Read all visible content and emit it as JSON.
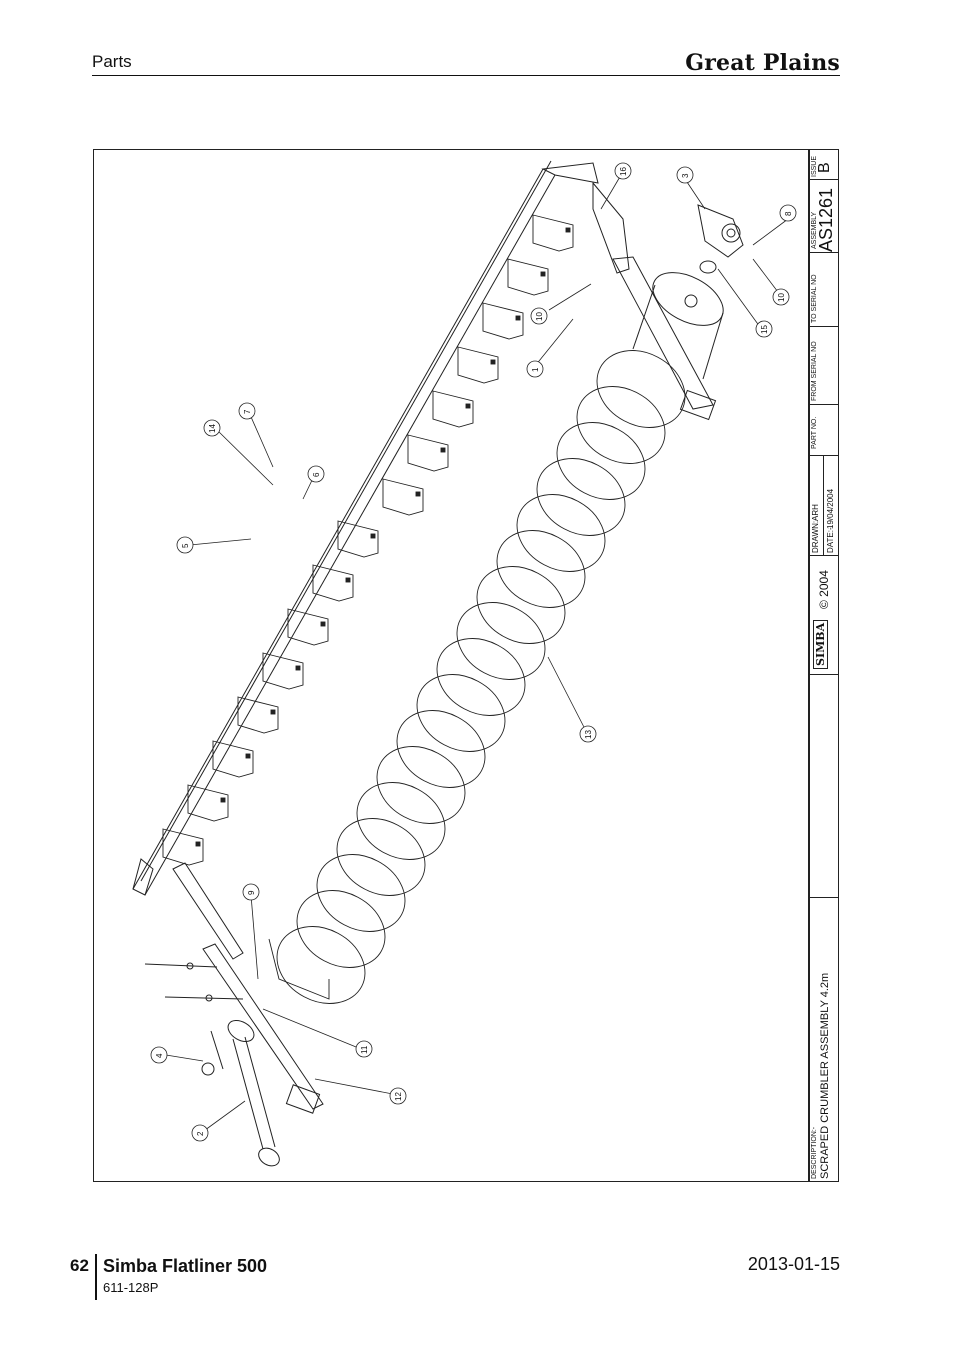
{
  "header": {
    "section": "Parts",
    "brand": "Great Plains"
  },
  "drawing": {
    "title_block": {
      "issue_label": "ISSUE",
      "issue_value": "B",
      "assembly_label": "ASSEMBLY",
      "assembly_value": "AS1261",
      "to_serial_label": "TO SERIAL NO",
      "from_serial_label": "FROM SERIAL NO",
      "part_no_label": "PART NO.",
      "drawn_label": "DRAWN:-",
      "drawn_value": "ARH",
      "date_label": "DATE:-",
      "date_value": "19/04/2004",
      "copyright": "© 2004",
      "logo_text": "SIMBA",
      "description_label": "DESCRIPTION:-",
      "description_value": "SCRAPED CRUMBLER ASSEMBLY 4.2m"
    },
    "callouts": [
      "16",
      "3",
      "8",
      "10",
      "15",
      "10",
      "1",
      "7",
      "14",
      "6",
      "5",
      "13",
      "9",
      "11",
      "4",
      "12",
      "2"
    ]
  },
  "footer": {
    "page_number": "62",
    "product": "Simba Flatliner 500",
    "manual_number": "611-128P",
    "date": "2013-01-15"
  }
}
